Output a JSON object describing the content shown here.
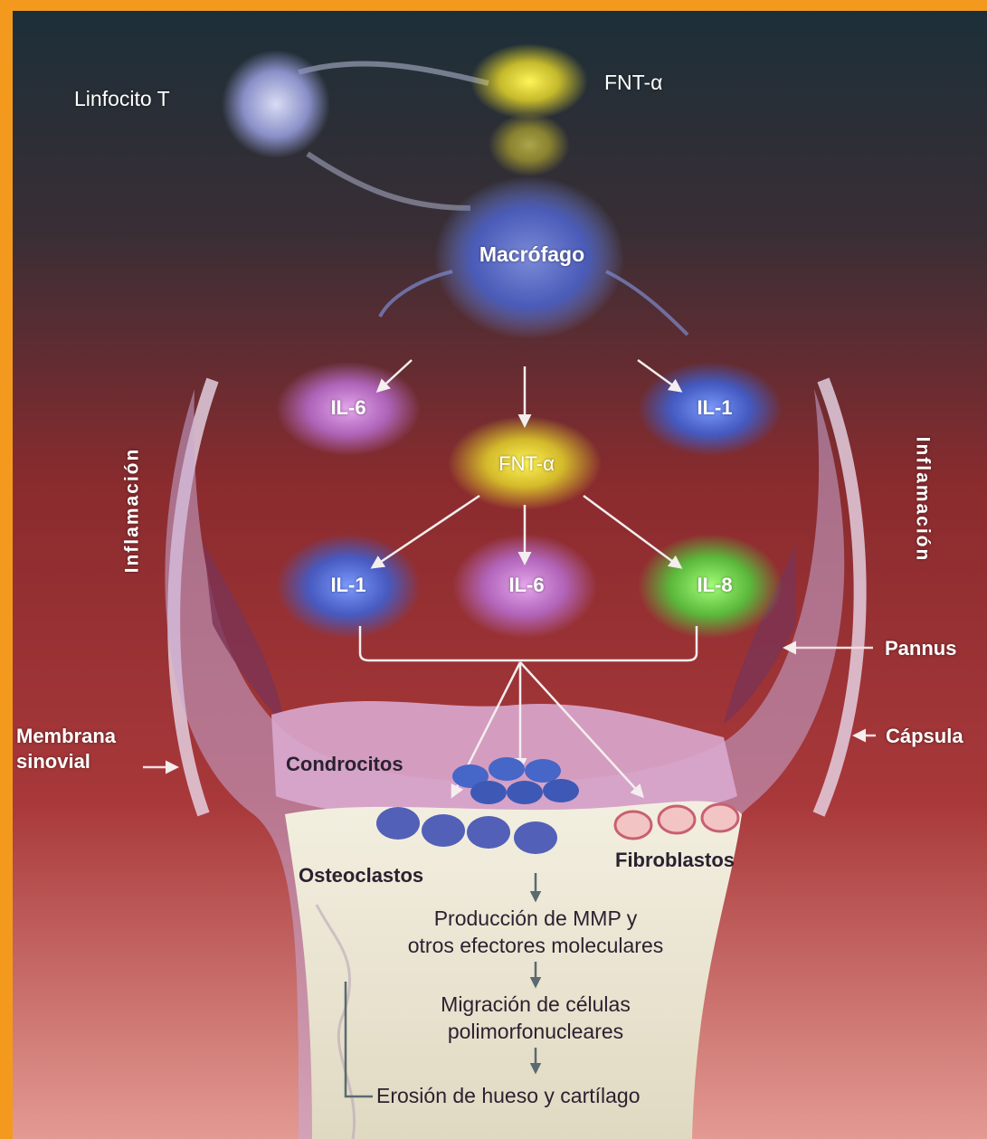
{
  "colors": {
    "frame": "#f39a1e",
    "background_top": "#1c2f38",
    "background_mid": "#8a2b2e",
    "background_bottom": "#d87f7a",
    "tnf_yellow": "#f0e02a",
    "il1_blue": "#4f6fd8",
    "il6_purple": "#c27ad0",
    "il8_green": "#6fdc4e",
    "bone": "#ede8d6"
  },
  "cells": {
    "t_cell": "Linfocito T",
    "tnf_top": "FNT-α",
    "macrophage": "Macrófago"
  },
  "cytokines": {
    "il6_top": "IL-6",
    "il1_top": "IL-1",
    "tnf_center": "FNT-α",
    "il1_low": "IL-1",
    "il6_low": "IL-6",
    "il8_low": "IL-8"
  },
  "side_labels": {
    "inflammation_left": "Inflamación",
    "inflammation_right": "Inflamación",
    "pannus": "Pannus",
    "membrane_line1": "Membrana",
    "membrane_line2": "sinovial",
    "capsule": "Cápsula"
  },
  "joint": {
    "chondrocytes": "Condrocitos",
    "osteoclasts": "Osteoclastos",
    "fibroblasts": "Fibroblastos"
  },
  "cascade": {
    "step1_line1": "Producción de MMP y",
    "step1_line2": "otros efectores moleculares",
    "step2_line1": "Migración de células",
    "step2_line2": "polimorfonucleares",
    "step3": "Erosión de hueso y cartílago"
  }
}
